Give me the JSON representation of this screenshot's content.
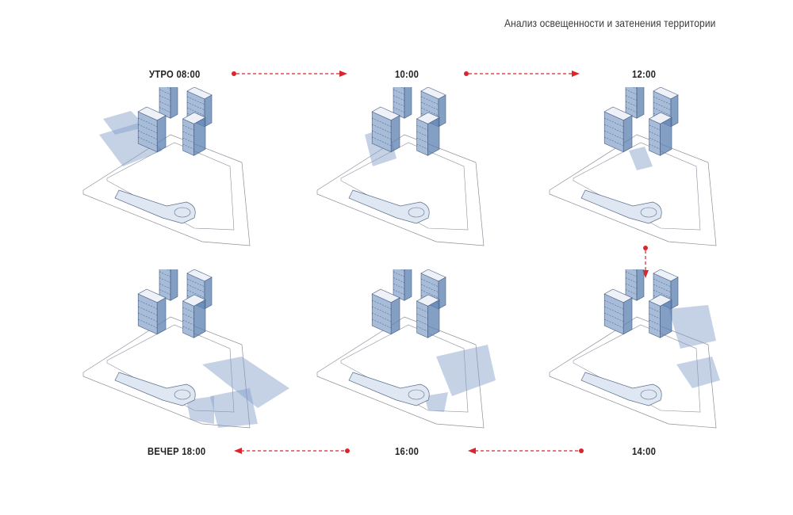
{
  "header": {
    "title": "Анализ освещенности и затенения территории"
  },
  "time_labels": {
    "t08": "УТРО  08:00",
    "t10": "10:00",
    "t12": "12:00",
    "t14": "14:00",
    "t16": "16:00",
    "t18": "ВЕЧЕР  18:00"
  },
  "colors": {
    "arrow": "#d9262c",
    "building": "#5b7fb0",
    "building_light": "#a7bcd9",
    "shadow": "#7f9cc8",
    "outline": "#8a8f99"
  },
  "icons": {
    "arrow": "dashed-arrow-icon",
    "start_dot": "dot-icon"
  }
}
